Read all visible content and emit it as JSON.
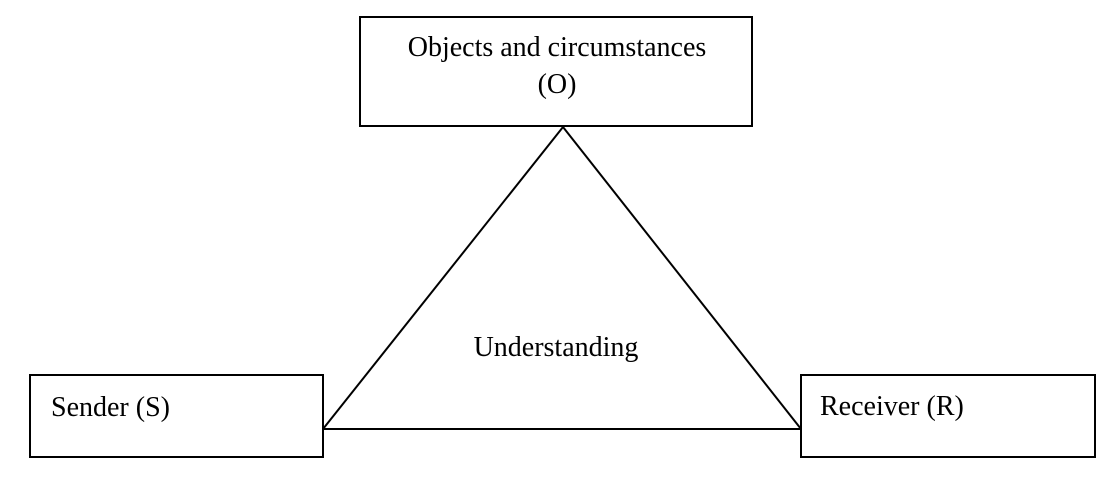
{
  "nodes": {
    "objects": {
      "line1": "Objects and circumstances",
      "line2": "(O)"
    },
    "sender": {
      "label": "Sender (S)"
    },
    "receiver": {
      "label": "Receiver (R)"
    }
  },
  "center": {
    "label": "Understanding"
  }
}
